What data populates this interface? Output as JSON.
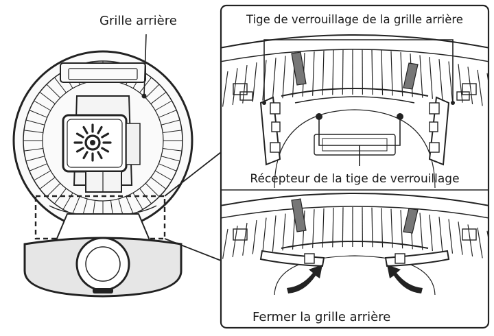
{
  "labels": {
    "rear_grille": "Grille arrière",
    "lock_rod": "Tige de verrouillage de la grille arrière",
    "rod_receiver": "Récepteur de la tige de verrouillage",
    "close_grille": "Fermer la grille arrière"
  },
  "icons": {
    "fan_light": "sun-icon",
    "arrow_left": "curved-arrow-icon",
    "arrow_right": "curved-arrow-icon"
  },
  "colors": {
    "line": "#222222",
    "accent_bar": "#777777",
    "background": "#ffffff",
    "base_fill": "#e6e6e6"
  }
}
